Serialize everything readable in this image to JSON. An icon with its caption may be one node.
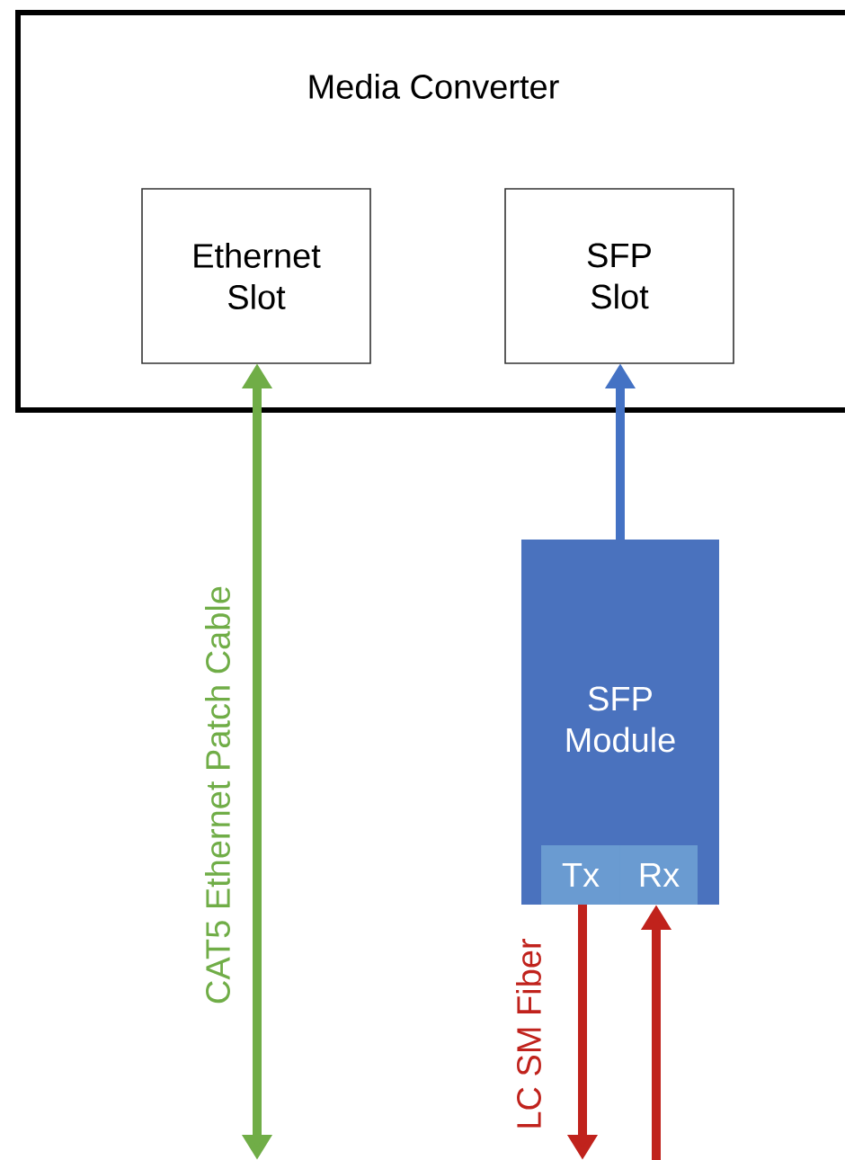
{
  "diagram": {
    "nodes": [
      {
        "text": [
          "Media Converter"
        ]
      },
      {
        "text": [
          "Ethernet Slot"
        ],
        "in": 0
      },
      {
        "text": [
          "SFP Slot"
        ],
        "in": 0
      },
      {
        "text": [
          "SFP Module"
        ]
      },
      {
        "text": [
          "Tx"
        ],
        "in": 3
      },
      {
        "text": [
          "Rx"
        ],
        "in": 3
      }
    ],
    "edges": [
      {
        "from": null,
        "to": 1,
        "arrow": "both",
        "label": "CAT5 Ethernet Patch Cable",
        "color": "#70ad47"
      },
      {
        "from": 3,
        "to": 2,
        "arrow": "to",
        "color": "#4472c4"
      },
      {
        "from": 4,
        "to": null,
        "arrow": "to",
        "label": "LC SM Fiber",
        "color": "#c0221c"
      },
      {
        "from": null,
        "to": 5,
        "arrow": "to",
        "color": "#c0221c"
      }
    ]
  }
}
